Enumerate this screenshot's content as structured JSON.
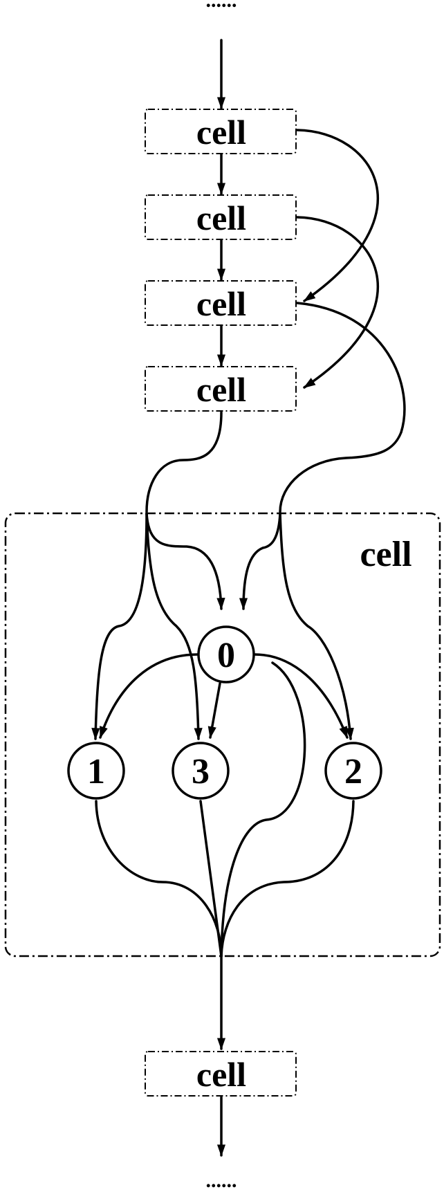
{
  "top_ellipsis": "......",
  "bottom_ellipsis": "......",
  "cells": [
    "cell",
    "cell",
    "cell",
    "cell"
  ],
  "expanded_cell": {
    "label": "cell",
    "nodes": [
      "0",
      "1",
      "3",
      "2"
    ]
  },
  "output_cell": "cell"
}
